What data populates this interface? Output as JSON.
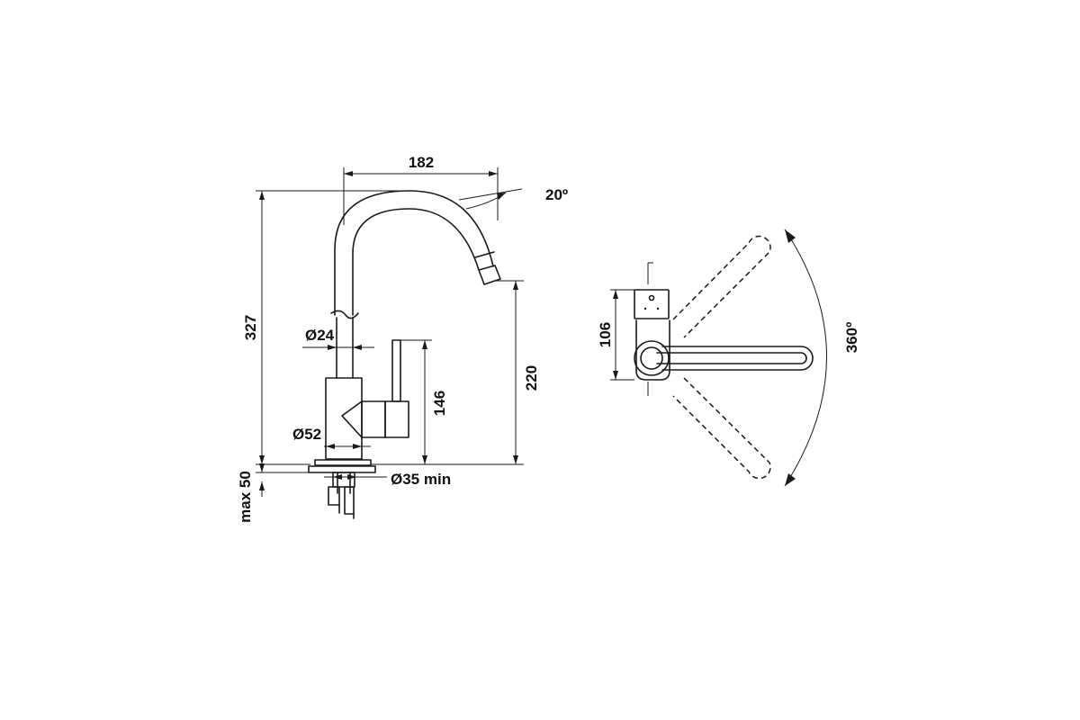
{
  "side_view": {
    "dim_width": "182",
    "dim_angle": "20º",
    "dim_height_total": "327",
    "dim_outlet_height": "220",
    "dim_lever_height": "146",
    "dim_pipe_diameter": "Ø24",
    "dim_base_diameter": "Ø52",
    "dim_hole_min": "Ø35 min",
    "dim_max_thickness": "max 50"
  },
  "top_view": {
    "dim_depth": "106",
    "dim_rotation": "360º"
  }
}
